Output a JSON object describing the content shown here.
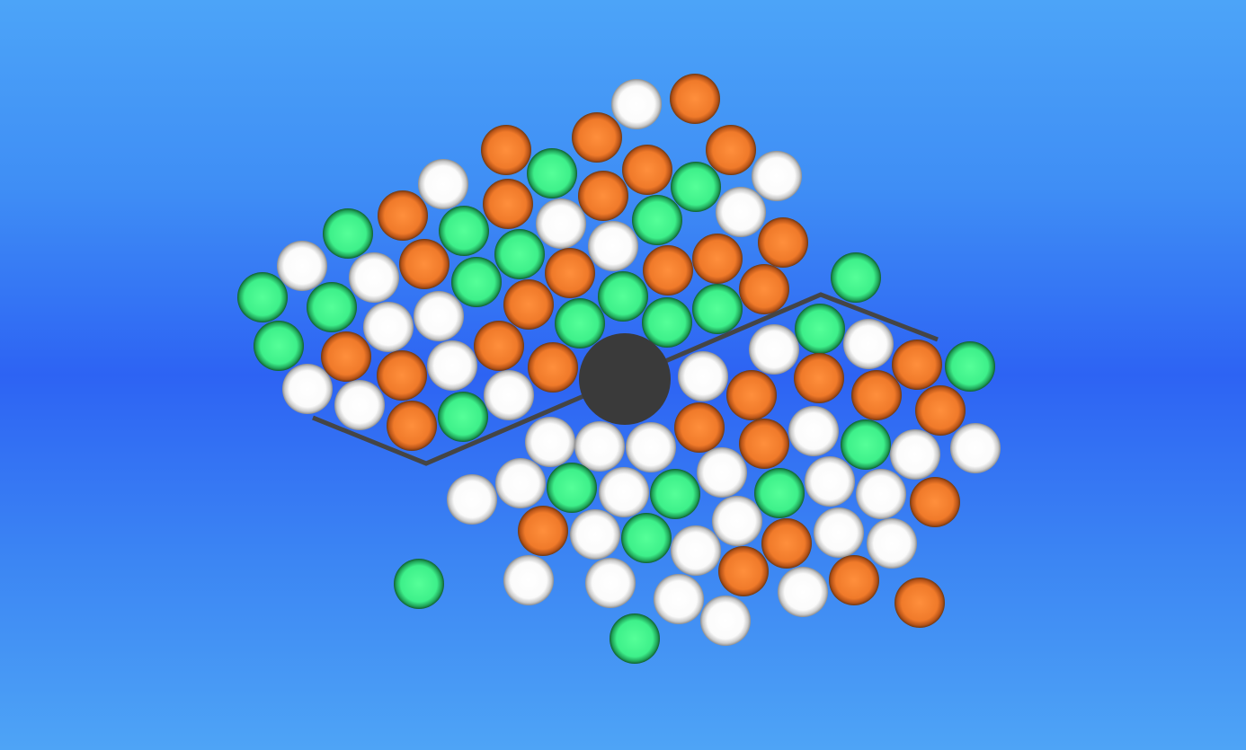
{
  "game": {
    "palette": {
      "orange": "#f07a2a",
      "green": "#3ef08a",
      "white": "#ffffff",
      "hub": "#3a3a3a",
      "frame": "#454545",
      "sky_light": "#4ca4f8",
      "sky_dark": "#2d63f3"
    },
    "ball_color_names": [
      "orange",
      "green",
      "white"
    ],
    "hub_color_name": "dark-gray"
  }
}
